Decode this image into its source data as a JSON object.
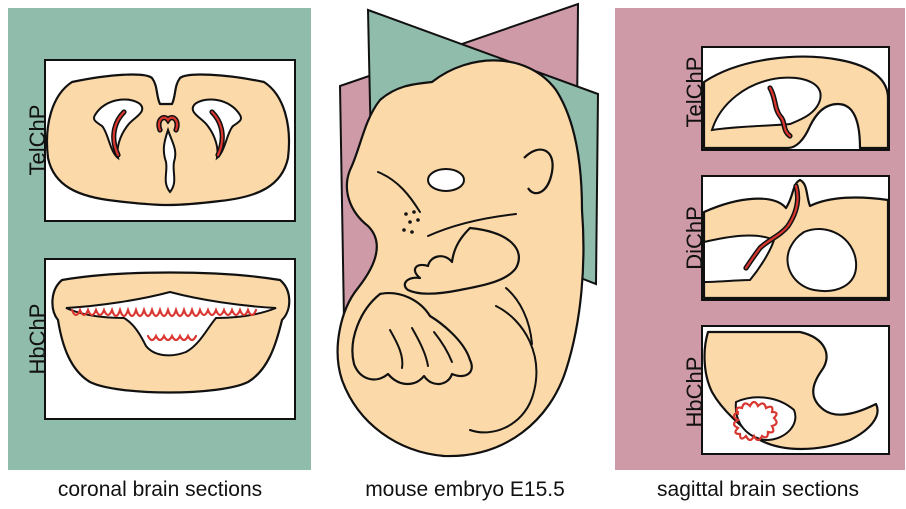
{
  "colors": {
    "coronal_plane": "#8fbcab",
    "sagittal_plane": "#cf9aa8",
    "tissue": "#fbd9a8",
    "choroid_plexus": "#d9362f"
  },
  "left_panel": {
    "caption": "coronal brain sections",
    "sections": [
      {
        "label": "TelChP"
      },
      {
        "label": "HbChP"
      }
    ]
  },
  "center_panel": {
    "caption": "mouse embryo E15.5"
  },
  "right_panel": {
    "caption": "sagittal brain sections",
    "sections": [
      {
        "label": "TelChP"
      },
      {
        "label": "DiChP"
      },
      {
        "label": "HbChP"
      }
    ]
  }
}
